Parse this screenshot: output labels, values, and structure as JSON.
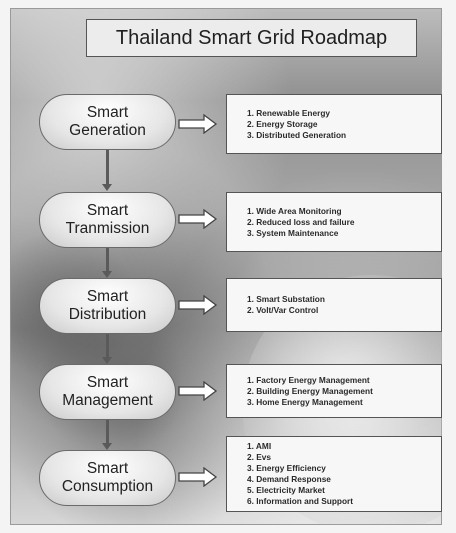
{
  "title": "Thailand Smart Grid Roadmap",
  "stages": [
    {
      "line1": "Smart",
      "line2": "Generation",
      "items": [
        "1. Renewable Energy",
        "2. Energy Storage",
        "3. Distributed Generation"
      ]
    },
    {
      "line1": "Smart",
      "line2": "Tranmission",
      "items": [
        "1. Wide Area Monitoring",
        "2. Reduced loss and failure",
        "3. System Maintenance"
      ]
    },
    {
      "line1": "Smart",
      "line2": "Distribution",
      "items": [
        "1. Smart Substation",
        "2. Volt/Var Control"
      ]
    },
    {
      "line1": "Smart",
      "line2": "Management",
      "items": [
        "1. Factory Energy Management",
        "2. Building Energy Management",
        "3. Home Energy Management"
      ]
    },
    {
      "line1": "Smart",
      "line2": "Consumption",
      "items": [
        "1. AMI",
        "2. Evs",
        "3. Energy Efficiency",
        "4. Demand Response",
        "5. Electricity Market",
        "6. Information and Support"
      ]
    }
  ]
}
